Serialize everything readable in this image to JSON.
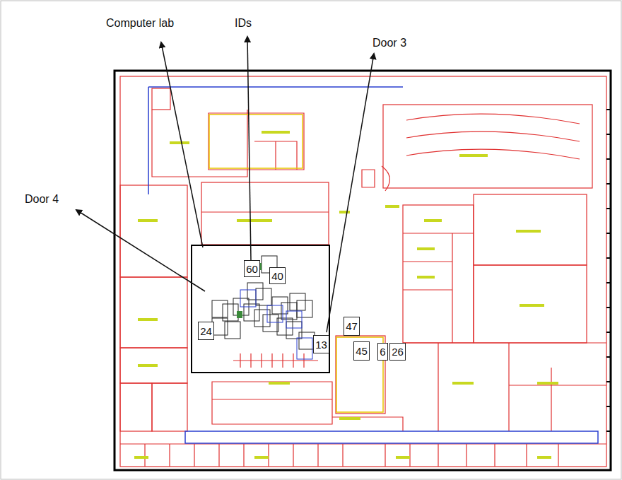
{
  "diagram": {
    "nodes": [
      {
        "text": [
          "60"
        ]
      },
      {
        "text": [
          "40"
        ]
      },
      {
        "text": [
          "24"
        ]
      },
      {
        "text": [
          "13"
        ]
      },
      {
        "text": [
          "47"
        ]
      },
      {
        "text": [
          "45"
        ]
      },
      {
        "text": [
          "6"
        ]
      },
      {
        "text": [
          "26"
        ]
      }
    ],
    "labels": [
      "Computer lab",
      "IDs",
      "Door 3",
      "Door 4"
    ]
  }
}
